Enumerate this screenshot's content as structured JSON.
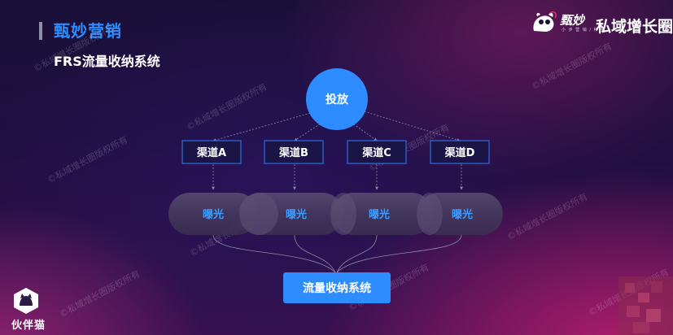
{
  "header": {
    "title": "甄妙营销",
    "subtitle": "FRS流量收纳系统"
  },
  "brand": {
    "logo_text": "甄妙",
    "logo_tagline": "小 步 营 销 / 科 技",
    "right_brand": "私域增长圈"
  },
  "diagram": {
    "source": "投放",
    "channels": [
      "渠道A",
      "渠道B",
      "渠道C",
      "渠道D"
    ],
    "exposure_label": "曝光",
    "target": "流量收纳系统",
    "colors": {
      "primary": "#2d8cff",
      "channel_border": "#2d6fe0",
      "tube": "#4a3f62"
    }
  },
  "watermark": {
    "text": "©私域增长圈版权所有"
  },
  "badge": {
    "text": "伙伴猫"
  }
}
